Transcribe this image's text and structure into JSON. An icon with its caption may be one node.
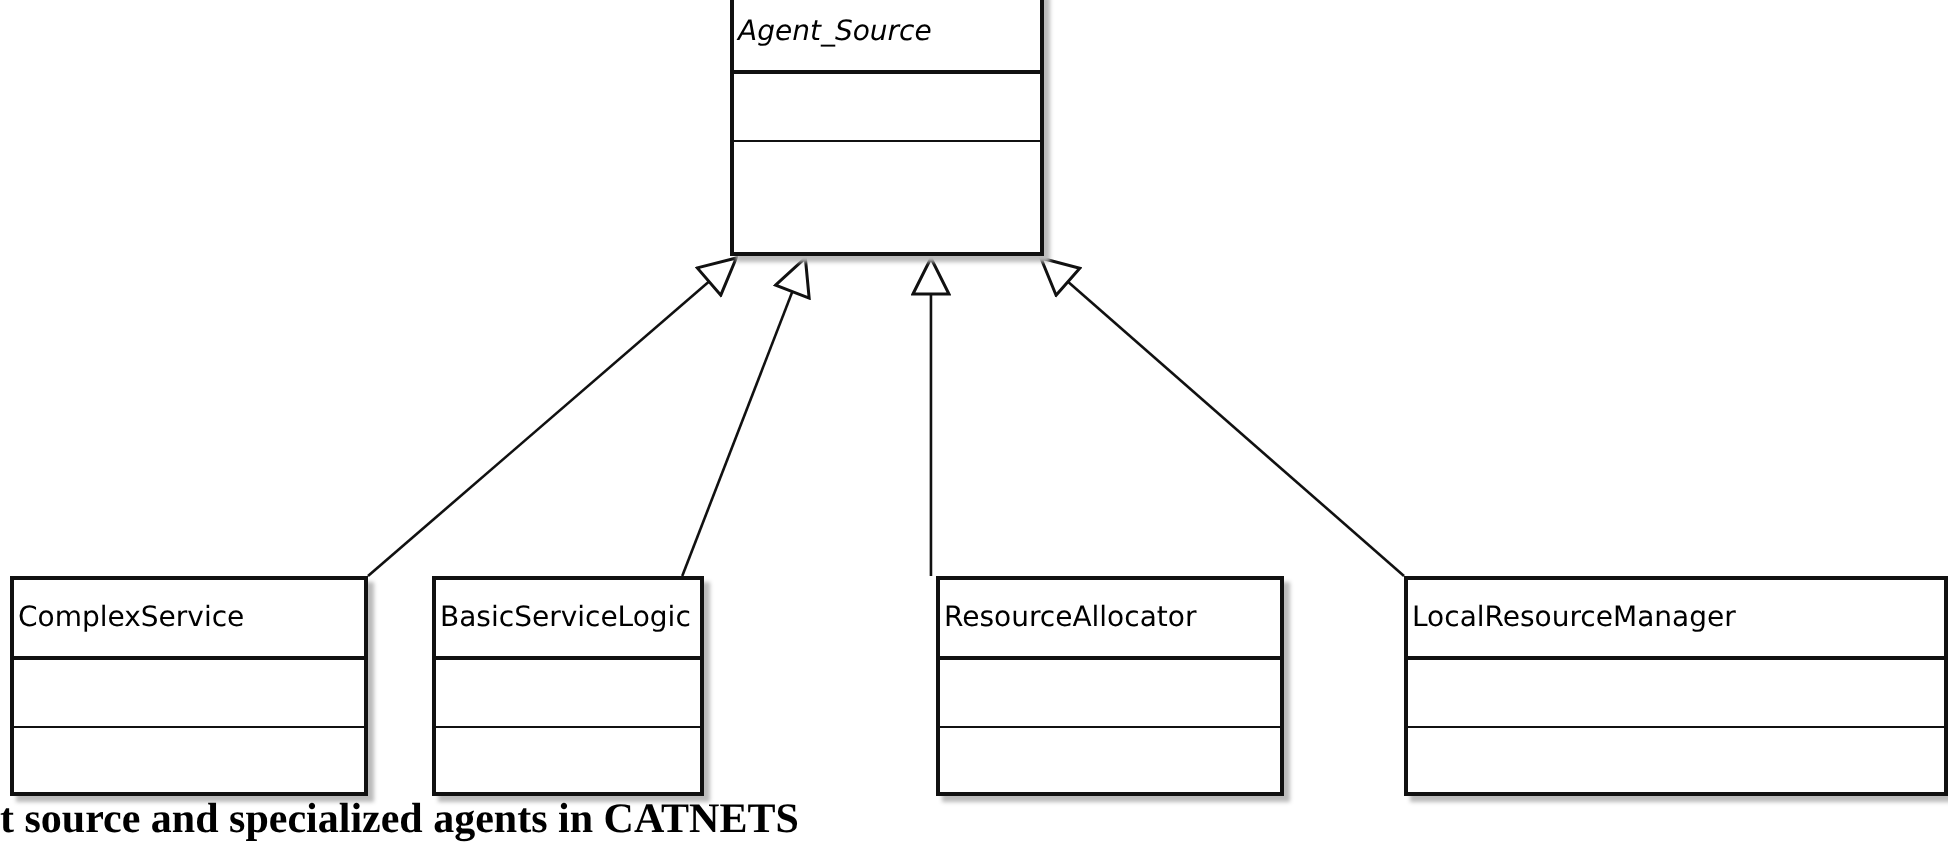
{
  "diagram": {
    "caption": "t source and specialized agents in CATNETS",
    "nodes": [
      {
        "text": [
          "Agent_Source"
        ]
      },
      {
        "text": [
          "ComplexService"
        ]
      },
      {
        "text": [
          "BasicServiceLogic"
        ]
      },
      {
        "text": [
          "ResourceAllocator"
        ]
      },
      {
        "text": [
          "LocalResourceManager"
        ]
      }
    ],
    "edges": [
      {
        "from": 1,
        "to": 0,
        "arrow": "to"
      },
      {
        "from": 2,
        "to": 0,
        "arrow": "to"
      },
      {
        "from": 3,
        "to": 0,
        "arrow": "to"
      },
      {
        "from": 4,
        "to": 0,
        "arrow": "to"
      }
    ]
  }
}
